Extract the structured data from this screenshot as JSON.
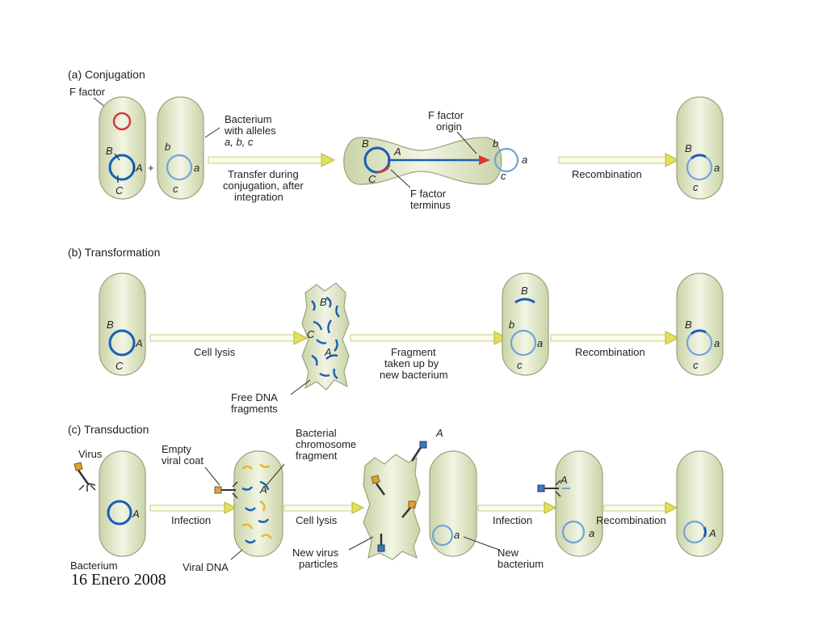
{
  "footer": "16 Enero 2008",
  "conjugation": {
    "title": "(a)  Conjugation",
    "f_factor": "F factor",
    "bacterium_l1": "Bacterium",
    "bacterium_l2": "with alleles",
    "bacterium_l3": "a, b, c",
    "plus": "+",
    "transfer_l1": "Transfer during",
    "transfer_l2": "conjugation, after",
    "transfer_l3": "integration",
    "origin_l1": "F factor",
    "origin_l2": "origin",
    "terminus_l1": "F factor",
    "terminus_l2": "terminus",
    "recombination": "Recombination"
  },
  "transformation": {
    "title": "(b)  Transformation",
    "cell_lysis": "Cell lysis",
    "fragment_l1": "Fragment",
    "fragment_l2": "taken up by",
    "fragment_l3": "new bacterium",
    "free_l1": "Free DNA",
    "free_l2": "fragments",
    "recombination": "Recombination"
  },
  "transduction": {
    "title": "(c)  Transduction",
    "virus": "Virus",
    "empty_l1": "Empty",
    "empty_l2": "viral coat",
    "bact_chrom_l1": "Bacterial",
    "bact_chrom_l2": "chromosome",
    "bact_chrom_l3": "fragment",
    "infection1": "Infection",
    "cell_lysis": "Cell lysis",
    "infection2": "Infection",
    "recombination": "Recombination",
    "bacterium": "Bacterium",
    "viral_dna": "Viral DNA",
    "new_virus_l1": "New virus",
    "new_virus_l2": "particles",
    "new_bact_l1": "New",
    "new_bact_l2": "bacterium"
  },
  "alleles": {
    "A": "A",
    "B": "B",
    "C": "C",
    "a": "a",
    "b": "b",
    "c": "c"
  }
}
